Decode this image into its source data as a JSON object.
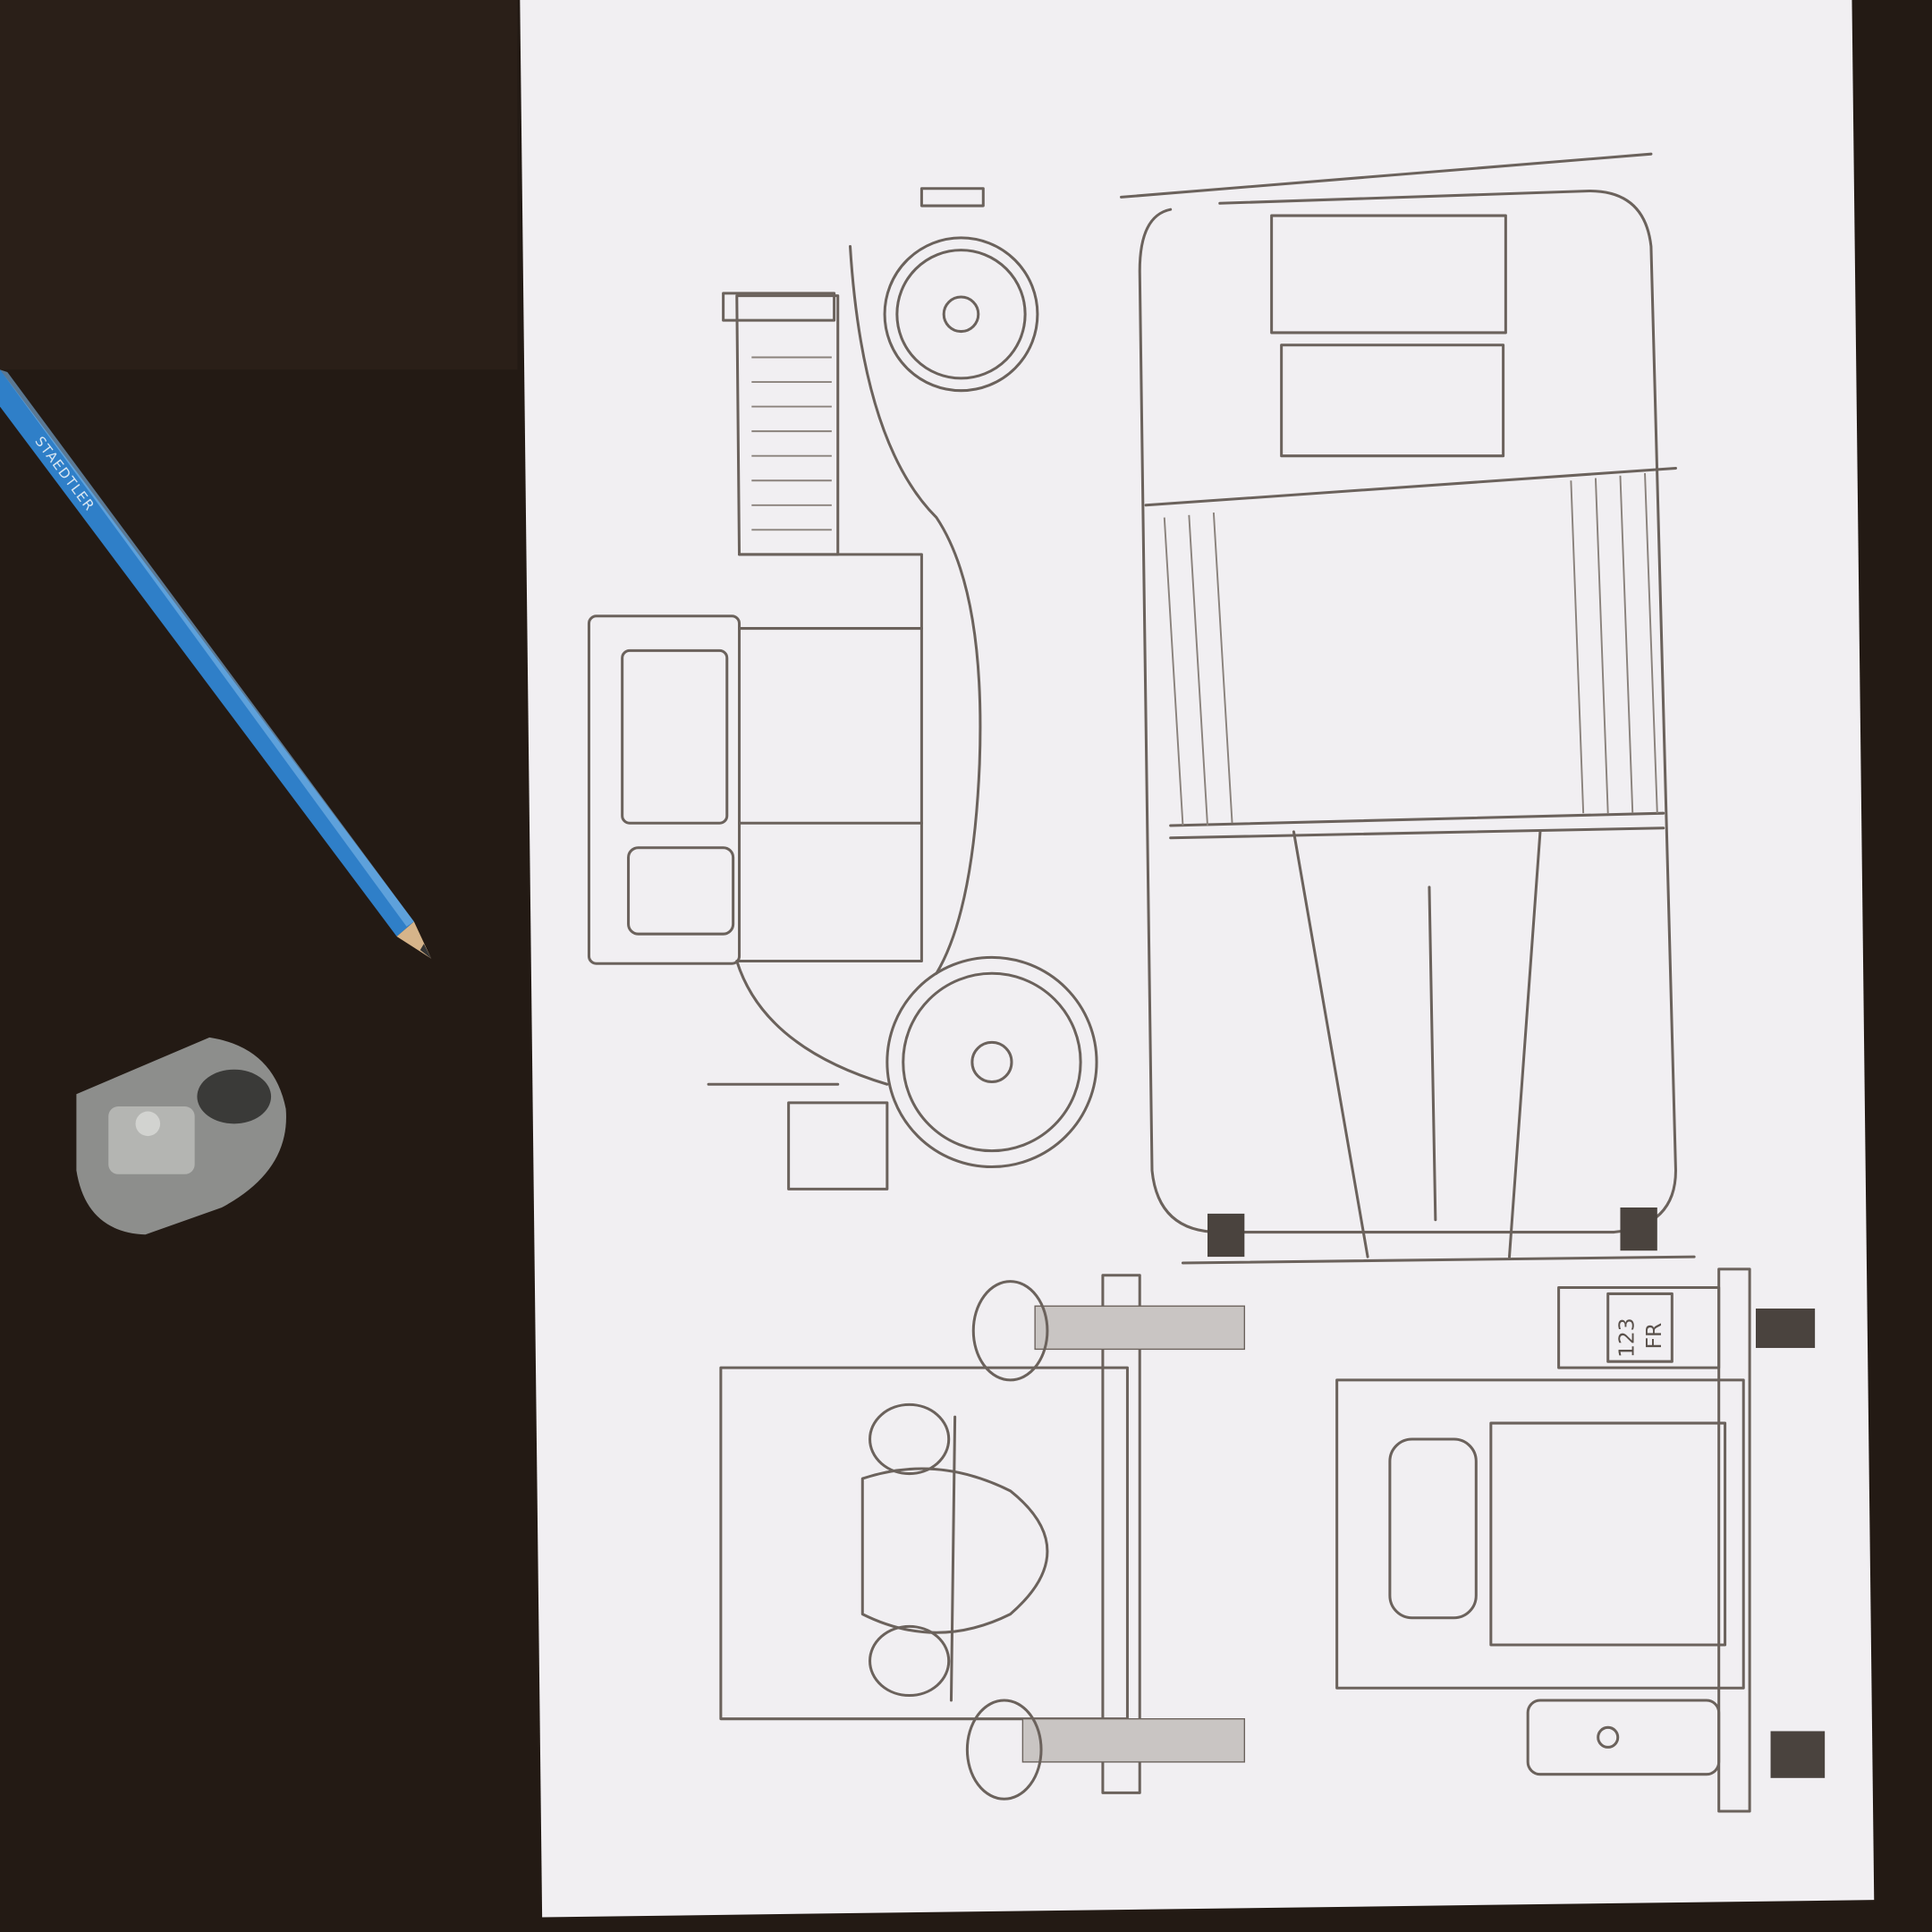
{
  "scene": {
    "pencil": {
      "brand": "STAEDTLER",
      "color": "#2f7fc8"
    },
    "drawing": {
      "plate_line1": "123",
      "plate_line2": "FR"
    },
    "colors": {
      "table": "#231a14",
      "paper": "#f1eff2",
      "graphite": "#6b625c"
    }
  }
}
